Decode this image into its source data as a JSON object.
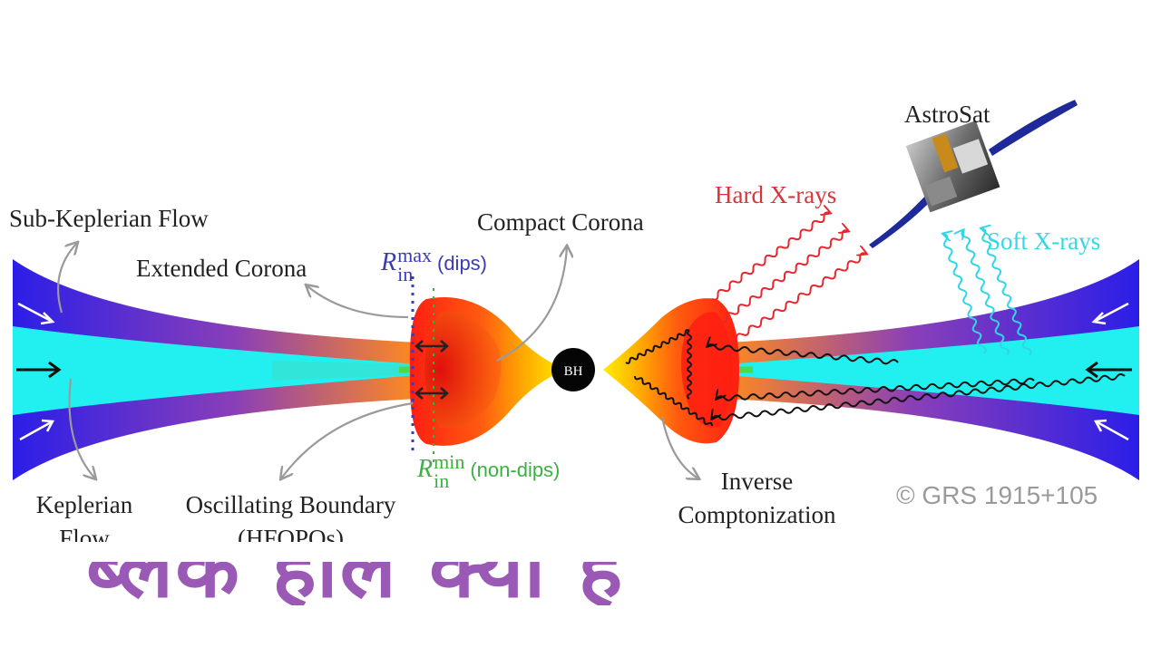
{
  "diagram": {
    "subject": "Accretion flow around a black hole",
    "copyright_label": "© GRS 1915+105",
    "black_hole_label": "BH",
    "satellite_label": "AstroSat",
    "labels": {
      "sub_keplerian_flow": "Sub-Keplerian Flow",
      "extended_corona": "Extended Corona",
      "compact_corona": "Compact Corona",
      "hard_xrays": "Hard X-rays",
      "soft_xrays": "Soft X-rays",
      "keplerian_flow_line1": "Keplerian",
      "keplerian_flow_line2": "Flow",
      "oscillating_boundary_line1": "Oscillating Boundary",
      "oscillating_boundary_line2": "(HFQPOs)",
      "inverse_comptonization_line1": "Inverse",
      "inverse_comptonization_line2": "Comptonization"
    },
    "radius_markers": {
      "max": {
        "symbol": "R",
        "sup": "max",
        "sub": "in",
        "note": "(dips)",
        "color": "#3b3bb3"
      },
      "min": {
        "symbol": "R",
        "sup": "min",
        "sub": "in",
        "note": "(non-dips)",
        "color": "#3cb043"
      }
    },
    "colors": {
      "disk_outer": "#2b1ee8",
      "disk_core": "#22f0f0",
      "disk_inner": "#ff8a1e",
      "corona_red": "#ff1e12",
      "corona_yellow": "#ffee00",
      "hard_xray": "#e8262e",
      "soft_xray": "#2fd6e8",
      "arrow_gray": "#9a9a9a",
      "green_line": "#4cd94c"
    }
  },
  "caption": {
    "text": "ब्लैक होल क्या है",
    "color": "#9b59b6"
  }
}
